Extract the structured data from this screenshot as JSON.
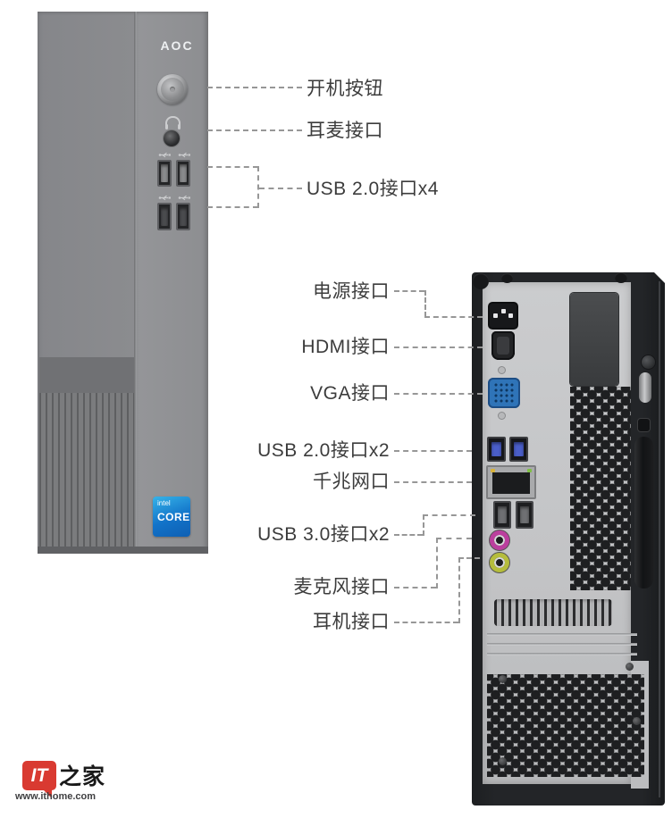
{
  "front": {
    "brand": "AOC",
    "badge": {
      "brand": "intel",
      "label": "CORE"
    },
    "annotations": [
      {
        "label": "开机按钮"
      },
      {
        "label": "耳麦接口"
      },
      {
        "label": "USB 2.0接口x4"
      }
    ]
  },
  "rear": {
    "annotations": [
      {
        "label": "电源接口"
      },
      {
        "label": "HDMI接口"
      },
      {
        "label": "VGA接口"
      },
      {
        "label": "USB 2.0接口x2"
      },
      {
        "label": "千兆网口"
      },
      {
        "label": "USB 3.0接口x2"
      },
      {
        "label": "麦克风接口"
      },
      {
        "label": "耳机接口"
      }
    ]
  },
  "footer": {
    "logo_it": "IT",
    "logo_home": "之家",
    "url": "www.ithome.com"
  },
  "colors": {
    "callout_text": "#3c3c3c",
    "dash": "#979797",
    "vga_blue": "#2f74b8",
    "usb3_blue": "#4a5ec9",
    "mic_pink": "#bb3f9e",
    "headphone_green": "#b5bd3c",
    "logo_red": "#d93a31"
  }
}
